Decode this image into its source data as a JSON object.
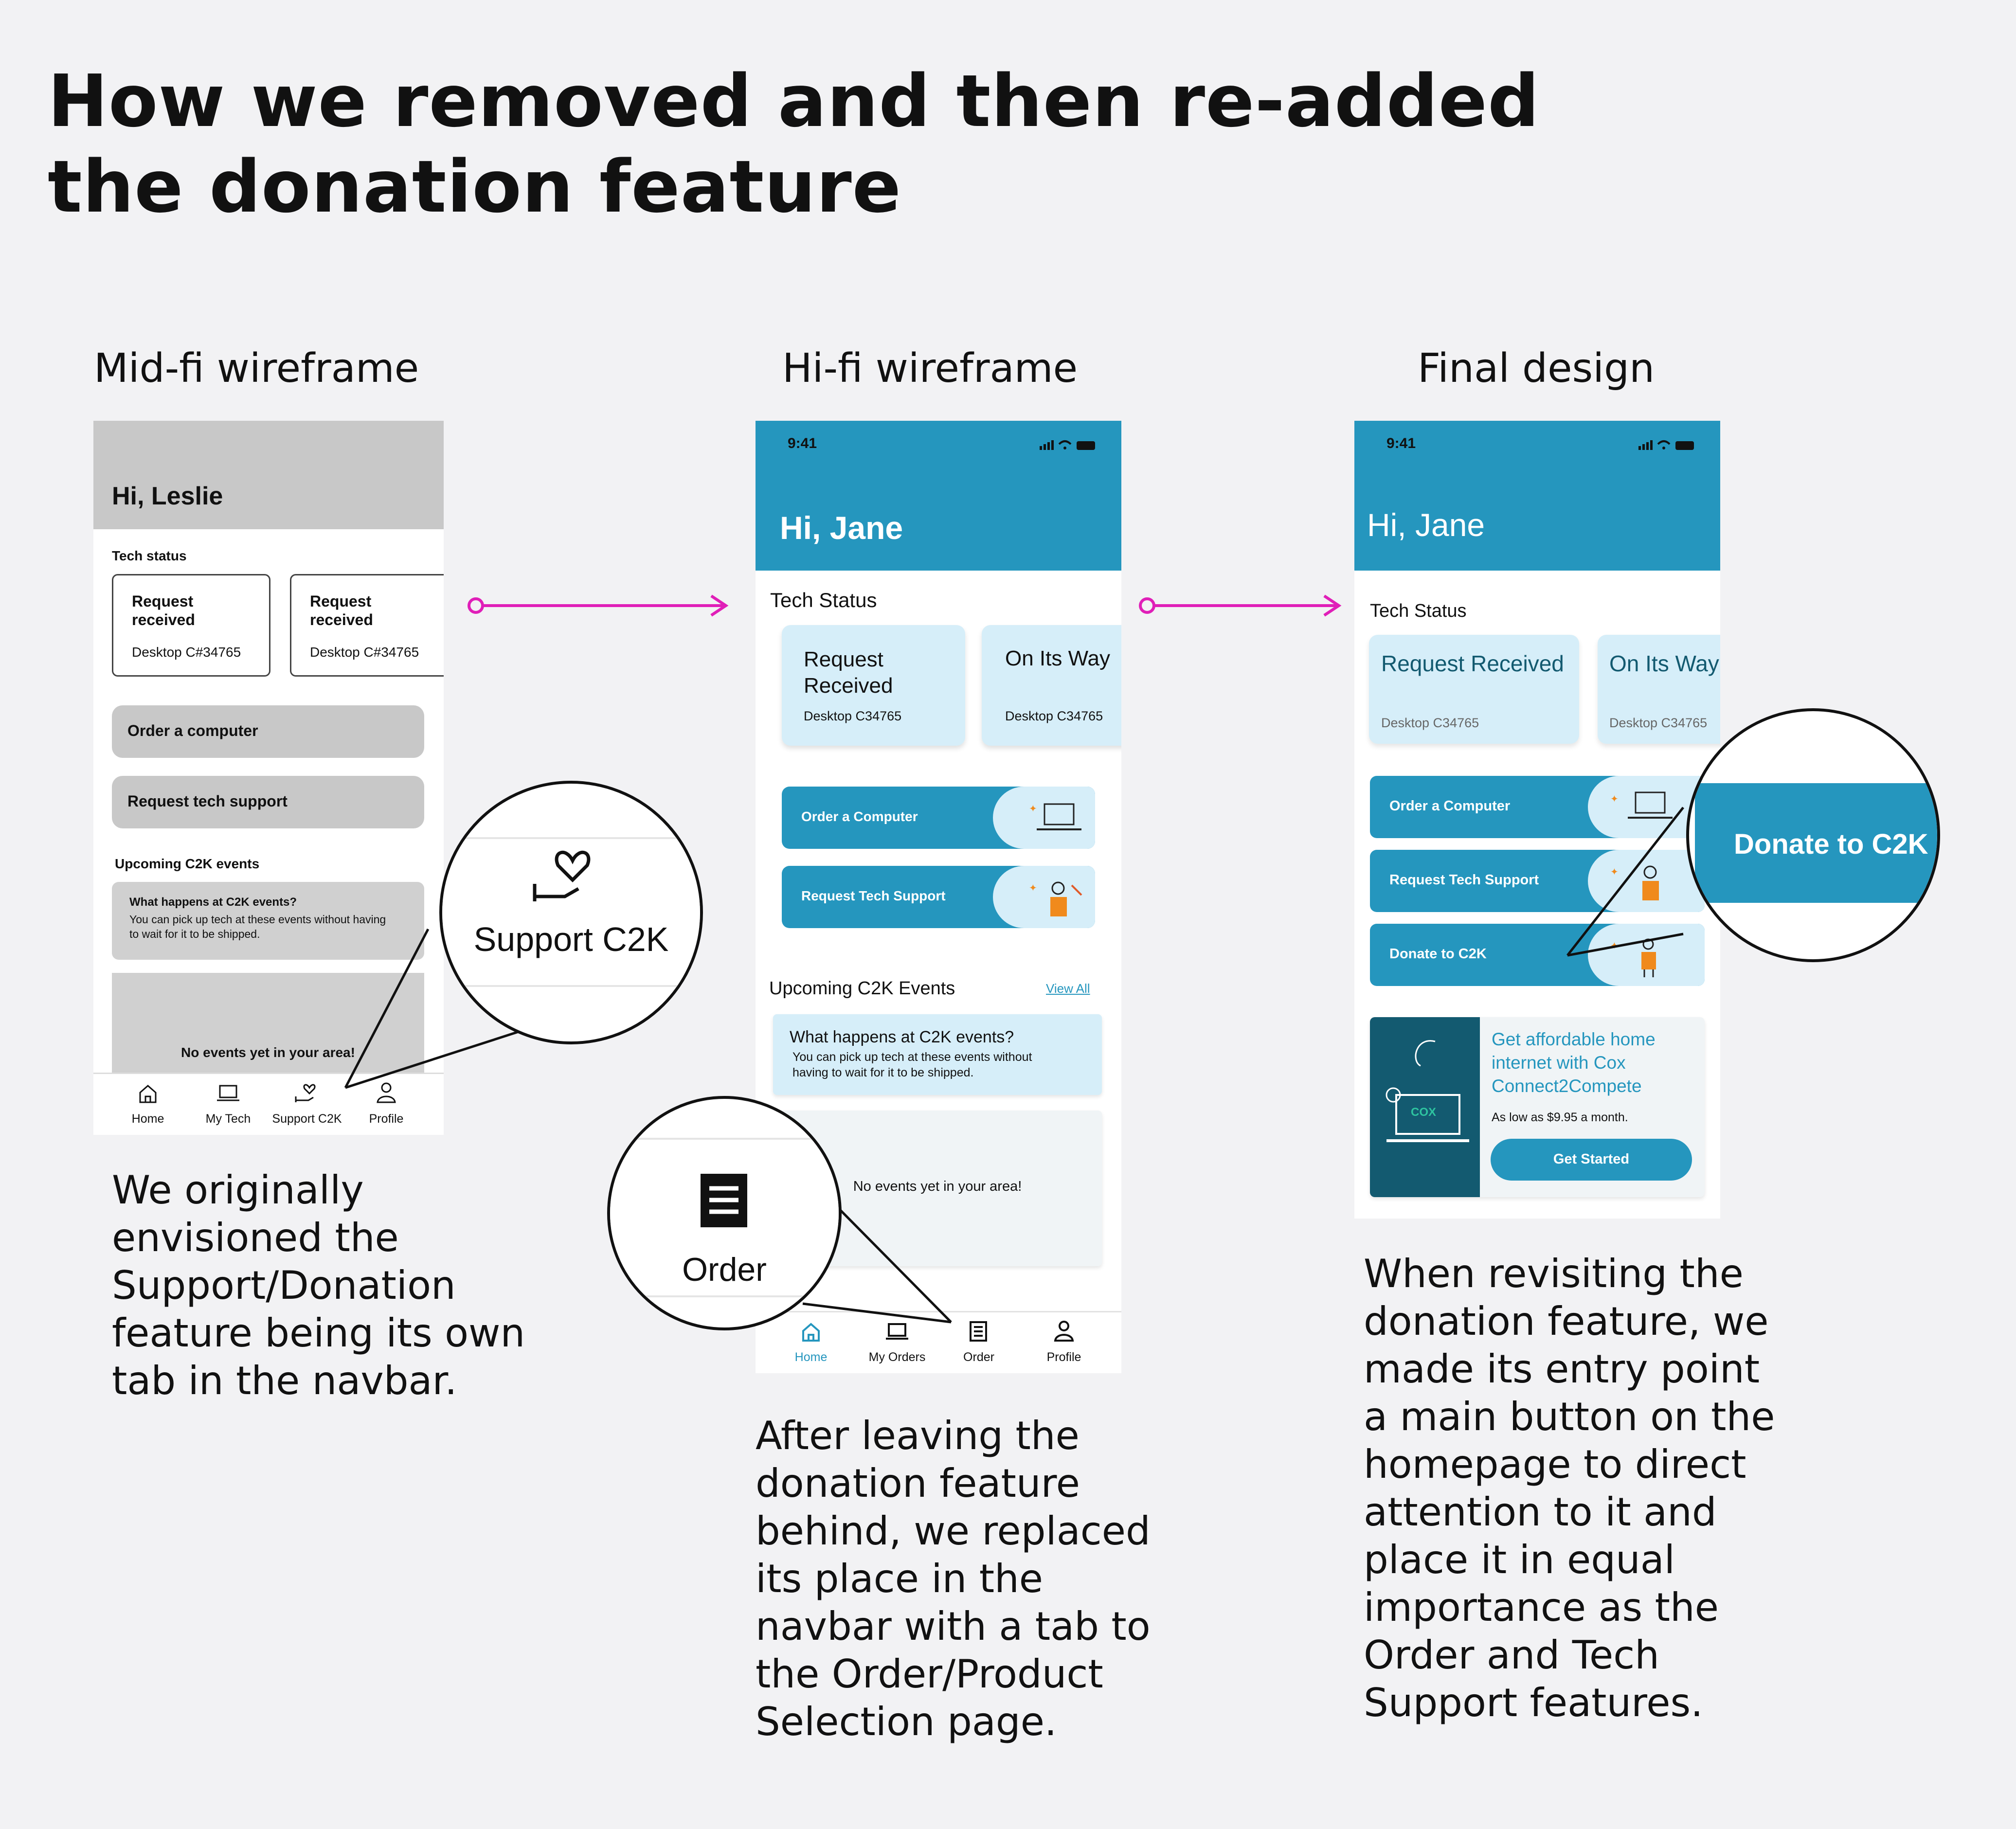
{
  "title": {
    "line1": "How we removed and then re-added",
    "line2": "the donation feature"
  },
  "columns": {
    "mid": {
      "label": "Mid-fi wireframe",
      "greeting": "Hi, Leslie",
      "tech_status": "Tech status",
      "cards": [
        {
          "status": "Request received",
          "id": "Desktop C#34765"
        },
        {
          "status": "Request received",
          "id": "Desktop C#34765"
        }
      ],
      "order_btn": "Order a computer",
      "support_btn": "Request tech support",
      "events_title": "Upcoming C2K events",
      "event_card_title": "What happens at C2K events?",
      "event_card_body": "You can pick up tech at these events without having to wait for it to be shipped.",
      "no_events": "No events yet in your area!",
      "nav": [
        "Home",
        "My Tech",
        "Support C2K",
        "Profile"
      ],
      "zoom_label": "Support C2K",
      "caption": [
        "We originally",
        "envisioned the",
        "Support/Donation",
        "feature being its own",
        "tab in the navbar."
      ]
    },
    "hifi": {
      "label": "Hi-fi wireframe",
      "time": "9:41",
      "greeting": "Hi, Jane",
      "tech_status": "Tech Status",
      "cards": [
        {
          "status_line1": "Request",
          "status_line2": "Received",
          "id": "Desktop C34765"
        },
        {
          "status_line1": "On Its Way",
          "status_line2": "",
          "id": "Desktop C34765"
        }
      ],
      "order_btn": "Order a Computer",
      "support_btn": "Request Tech Support",
      "events_title": "Upcoming C2K Events",
      "view_all": "View All",
      "event_card_title": "What happens at C2K events?",
      "event_card_body": "You can pick up tech at these events without having to wait for it to be shipped.",
      "no_events": "No events yet in your area!",
      "nav": [
        "Home",
        "My Orders",
        "Order",
        "Profile"
      ],
      "zoom_label": "Order",
      "caption": [
        "After leaving the",
        "donation feature",
        "behind, we replaced",
        "its place in the",
        "navbar with a tab to",
        "the Order/Product",
        "Selection page."
      ]
    },
    "final": {
      "label": "Final design",
      "time": "9:41",
      "greeting": "Hi, Jane",
      "tech_status": "Tech Status",
      "cards": [
        {
          "status": "Request Received",
          "id": "Desktop C34765"
        },
        {
          "status": "On Its Way",
          "id": "Desktop C34765"
        }
      ],
      "order_btn": "Order a Computer",
      "support_btn": "Request Tech Support",
      "donate_btn": "Donate to C2K",
      "promo_title_line1": "Get affordable home",
      "promo_title_line2": "internet with Cox",
      "promo_title_line3": "Connect2Compete",
      "promo_sub": "As low as $9.95 a month.",
      "promo_cta": "Get Started",
      "promo_logo": "COX",
      "zoom_label": "Donate to C2K",
      "caption": [
        "When revisiting the",
        "donation feature, we",
        "made its entry point",
        "a main button on the",
        "homepage to direct",
        "attention to it and",
        "place it in equal",
        "importance as the",
        "Order and Tech",
        "Support features."
      ]
    }
  },
  "colors": {
    "brand": "#2596be",
    "arrow": "#e01fb8",
    "card_light": "#d6eef9",
    "dark_teal": "#135a70",
    "mid_gray": "#c8c8c8"
  }
}
